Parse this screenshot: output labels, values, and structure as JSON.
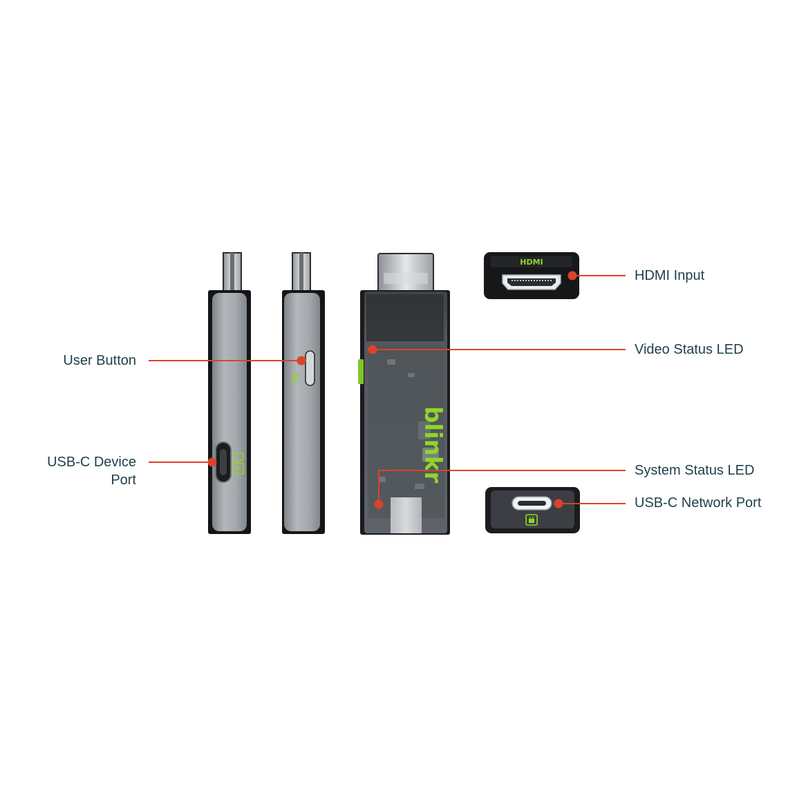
{
  "callouts": {
    "user_button": "User Button",
    "usbc_device_line1": "USB-C Device",
    "usbc_device_line2": "Port",
    "hdmi_input": "HDMI Input",
    "video_status_led": "Video Status LED",
    "system_status_led": "System Status LED",
    "usbc_network_port": "USB-C Network Port"
  },
  "device": {
    "brand_logo": "blinkr",
    "fn_key": "fn",
    "hdmi_port_label": "HDMI"
  },
  "colors": {
    "callout_line": "#d9432a",
    "label_text": "#1f3f4a",
    "accent_green": "#8fd62a",
    "body_grey": "#9ea3a8",
    "body_dark": "#1c1e20"
  }
}
